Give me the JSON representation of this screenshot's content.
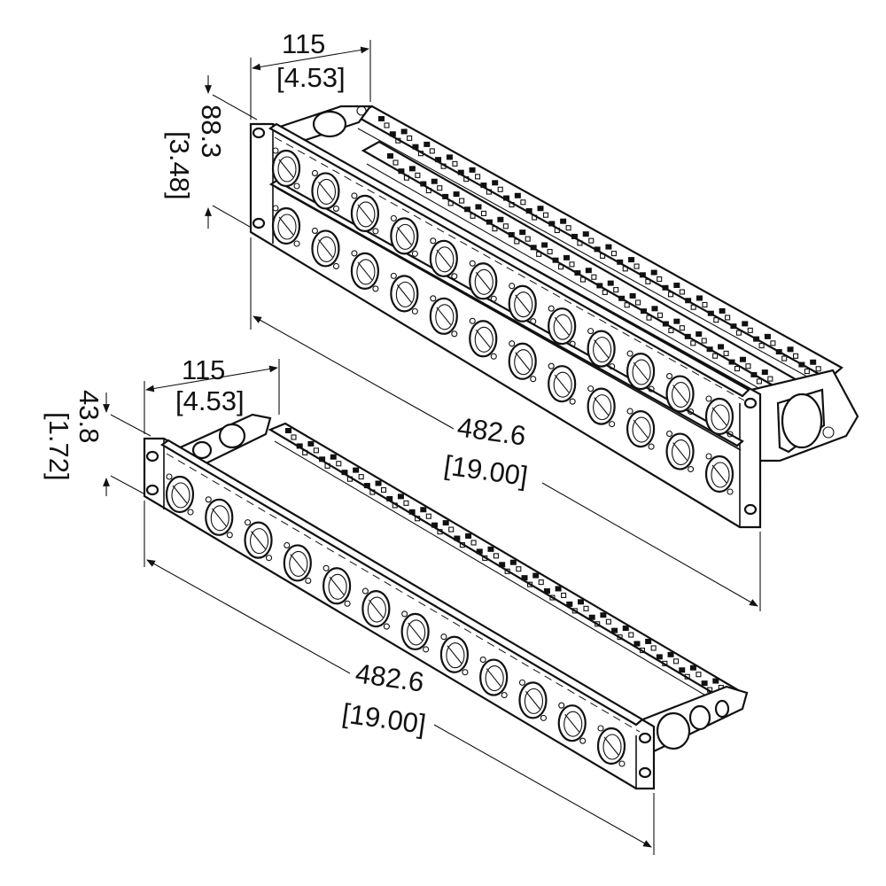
{
  "panels": [
    {
      "id": "2u",
      "height_mm": "88.3",
      "height_in": "[3.48]",
      "depth_mm": "115",
      "depth_in": "[4.53]",
      "width_mm": "482.6",
      "width_in": "[19.00]",
      "rows": 2,
      "connectors_per_row": 12
    },
    {
      "id": "1u",
      "height_mm": "43.8",
      "height_in": "[1.72]",
      "depth_mm": "115",
      "depth_in": "[4.53]",
      "width_mm": "482.6",
      "width_in": "[19.00]",
      "rows": 1,
      "connectors_per_row": 12
    }
  ],
  "colors": {
    "line": "#111111",
    "background": "#ffffff"
  }
}
